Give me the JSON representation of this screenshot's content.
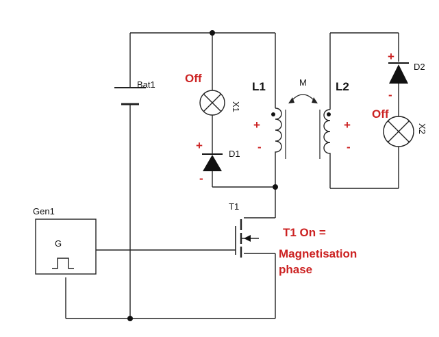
{
  "labels": {
    "battery": "Bat1",
    "generator": "Gen1",
    "generator_symbol": "G",
    "lamp1": "X1",
    "lamp2": "X2",
    "diode1": "D1",
    "diode2": "D2",
    "inductor1": "L1",
    "inductor2": "L2",
    "mutual": "M",
    "transistor": "T1"
  },
  "annotations": {
    "lamp1_state": "Off",
    "lamp2_state": "Off",
    "t1_line1": "T1 On =",
    "t1_line2": "Magnetisation",
    "t1_line3": "phase",
    "plus": "+",
    "minus": "-"
  },
  "colors": {
    "annotation": "#cc2222",
    "wire": "#222222"
  }
}
